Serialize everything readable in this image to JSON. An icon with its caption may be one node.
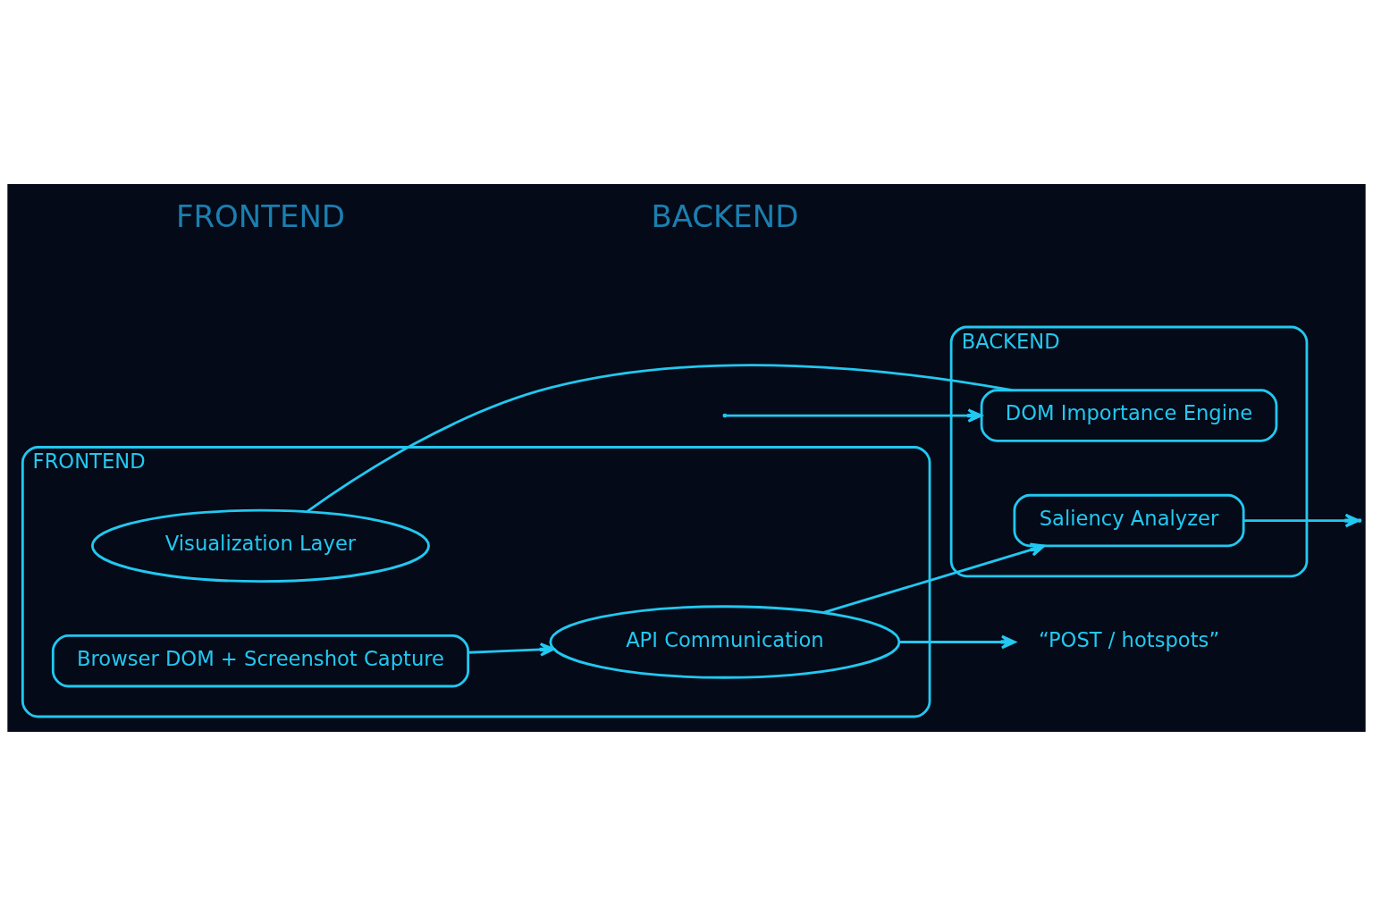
{
  "diagram": {
    "nodes": [
      {
        "text": [
          "FRONTEND"
        ]
      },
      {
        "text": [
          "Browser DOM + Screenshot Capture"
        ],
        "in": 0
      },
      {
        "text": [
          "API Communication"
        ],
        "in": 0
      },
      {
        "text": [
          "Visualization Layer"
        ],
        "in": 0
      },
      {
        "text": [
          "BACKEND"
        ]
      },
      {
        "text": [
          "Saliency Analyzer"
        ],
        "in": 4
      },
      {
        "text": [
          "DOM Importance Engine"
        ],
        "in": 4
      },
      {
        "text": [
          "“POST / hotspots”"
        ]
      }
    ],
    "edges": [
      {
        "from": 1,
        "to": 2,
        "arrow": "to"
      },
      {
        "from": 2,
        "to": 7,
        "arrow": "to"
      },
      {
        "from": 2,
        "to": 5,
        "arrow": "to"
      },
      {
        "from": 5,
        "to": null,
        "arrow": "to"
      },
      {
        "from": null,
        "to": 6,
        "arrow": "to"
      },
      {
        "from": 6,
        "to": 3,
        "arrow": "none"
      }
    ],
    "labels": [
      "FRONTEND",
      "BACKEND"
    ]
  }
}
